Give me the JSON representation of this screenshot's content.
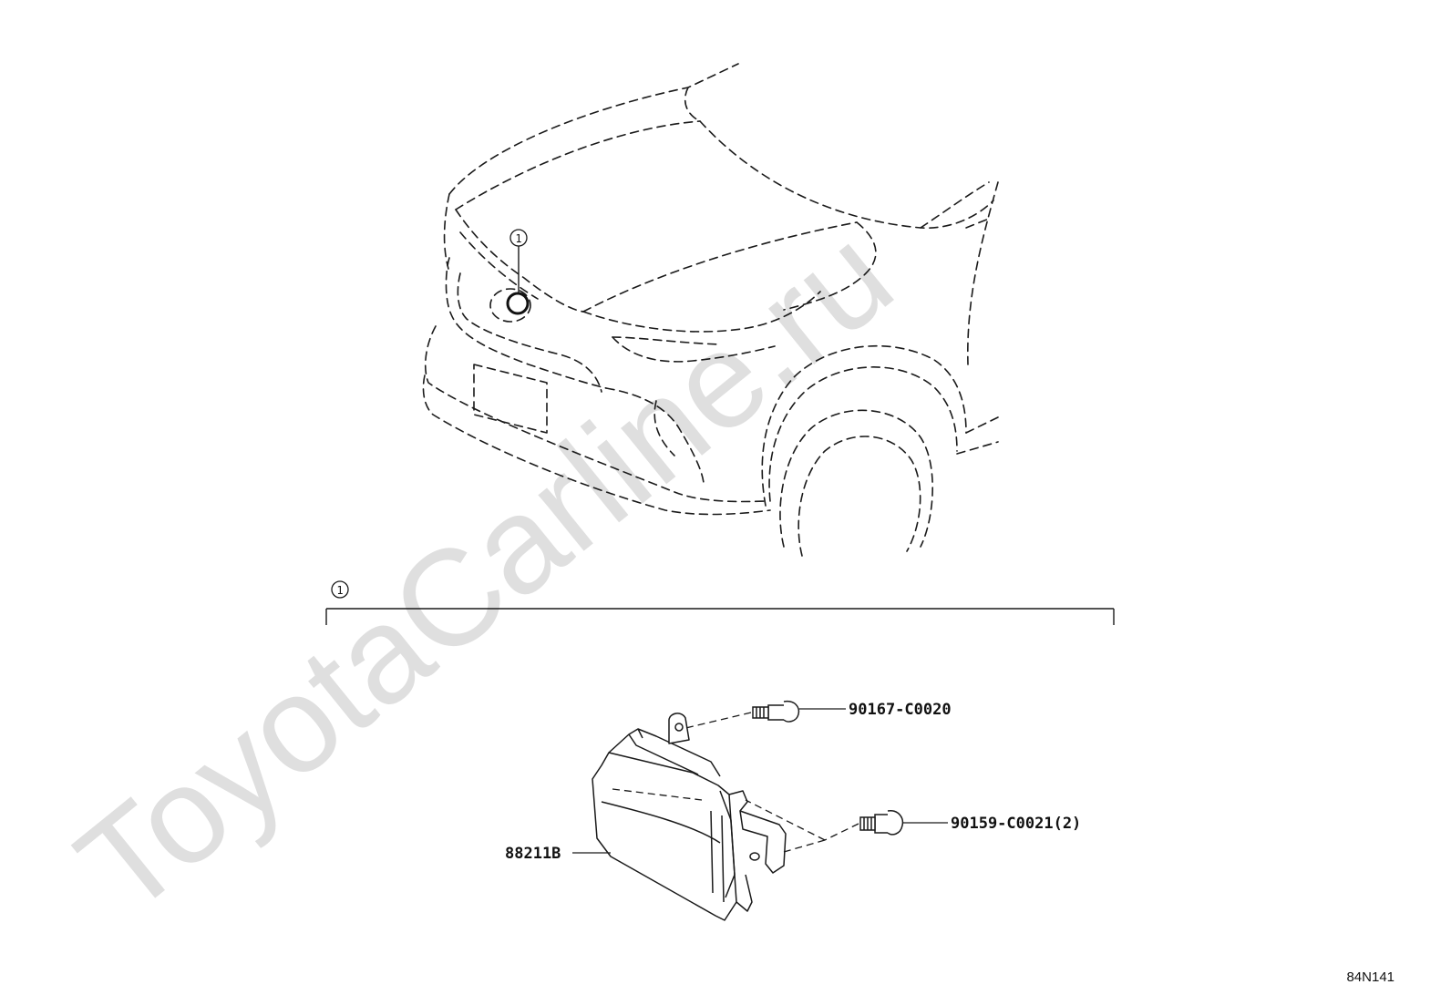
{
  "diagram": {
    "callout": "1",
    "parts": {
      "screw_top": "90167-C0020",
      "bolt_bottom": "90159-C0021(2)",
      "sensor": "88211B"
    },
    "figure_id": "84N141",
    "watermark": "ToyotaCarline.ru"
  },
  "colors": {
    "line": "#1a1a1a",
    "watermark": "#d9d9d9",
    "background": "#ffffff"
  }
}
